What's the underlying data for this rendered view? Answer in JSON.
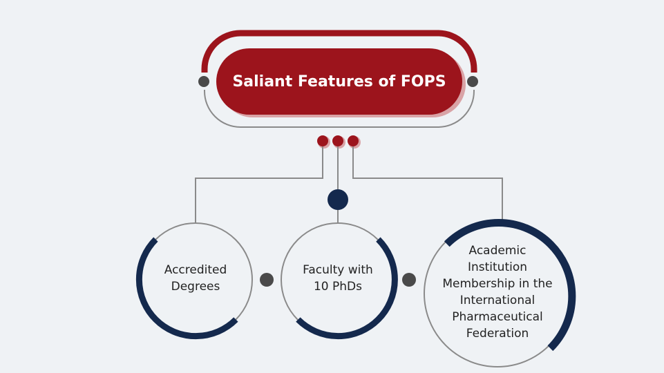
{
  "title": "Saliant Features of FOPS",
  "features": [
    {
      "label_lines": [
        "Accredited",
        "Degrees"
      ]
    },
    {
      "label_lines": [
        "Faculty with",
        "10 PhDs"
      ]
    },
    {
      "label_lines": [
        "Academic",
        "Institution",
        "Membership in the",
        "International",
        "Pharmaceutical",
        "Federation"
      ]
    }
  ],
  "colors": {
    "background": "#eff2f5",
    "primary_red": "#9c141c",
    "light_red": "#d9a3a6",
    "navy": "#14294d",
    "connector_gray": "#8a8a8a",
    "dot_gray": "#4a4a4a"
  }
}
